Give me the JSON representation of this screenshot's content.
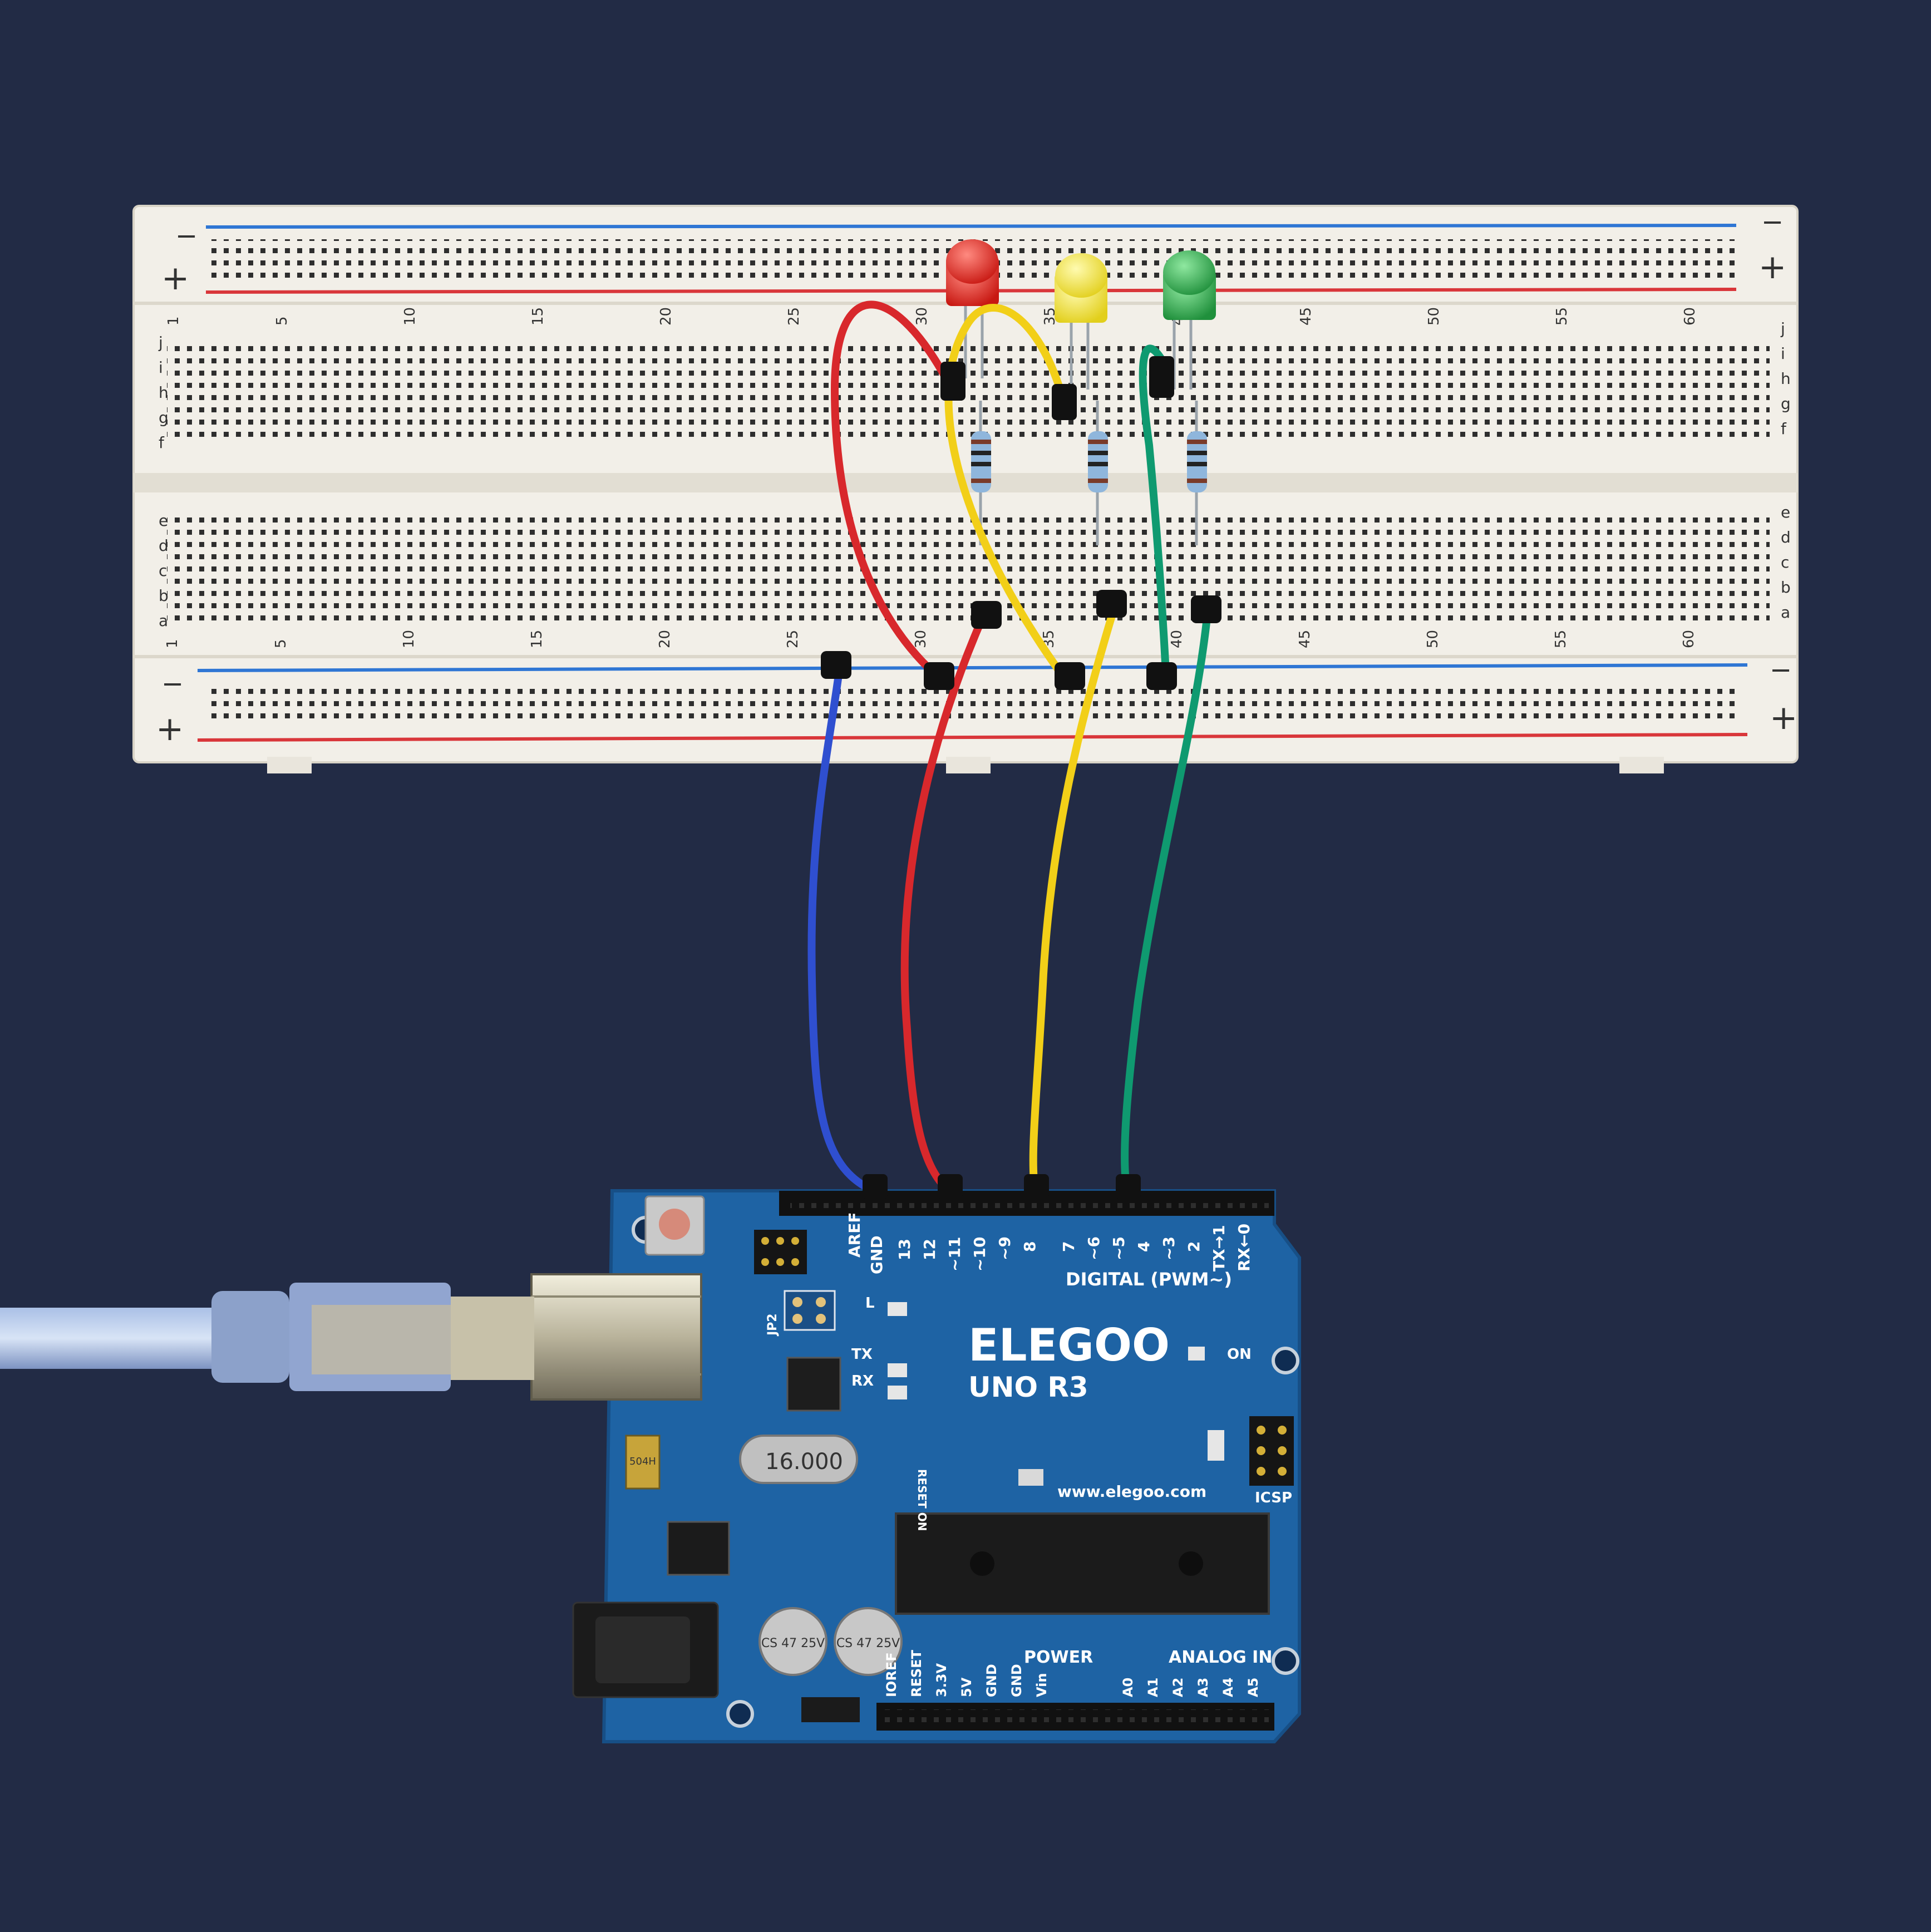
{
  "board": {
    "brand": "ELEGOO",
    "model": "UNO R3",
    "website": "www.elegoo.com",
    "digital_label": "DIGITAL (PWM~)",
    "power_label": "POWER",
    "analog_label": "ANALOG IN",
    "on_label": "ON",
    "icsp_label": "ICSP",
    "tx_label": "TX",
    "rx_label": "RX",
    "l_label": "L",
    "jp2_label": "JP2",
    "reset_on_label": "RESET ON",
    "crystal_label": "16.000",
    "fuse_label": "504H",
    "cap_label_1": "CS 47 25V",
    "cap_label_2": "CS 47 25V",
    "digital_pins": [
      "AREF",
      "GND",
      "13",
      "12",
      "~11",
      "~10",
      "~9",
      "8",
      "7",
      "~6",
      "~5",
      "4",
      "~3",
      "2",
      "TX→1",
      "RX←0"
    ],
    "power_pins": [
      "IOREF",
      "RESET",
      "3.3V",
      "5V",
      "GND",
      "GND",
      "Vin"
    ],
    "analog_pins": [
      "A0",
      "A1",
      "A2",
      "A3",
      "A4",
      "A5"
    ]
  },
  "breadboard": {
    "rail_minus": "−",
    "rail_plus": "+",
    "column_numbers": [
      "1",
      "5",
      "10",
      "15",
      "20",
      "25",
      "30",
      "35",
      "40",
      "45",
      "50",
      "55",
      "60"
    ],
    "row_letters_top": [
      "j",
      "i",
      "h",
      "g",
      "f"
    ],
    "row_letters_bottom": [
      "e",
      "d",
      "c",
      "b",
      "a"
    ]
  },
  "components": {
    "leds": [
      "red",
      "yellow",
      "green"
    ],
    "wires": [
      "blue",
      "red",
      "yellow",
      "green",
      "red",
      "yellow",
      "green"
    ],
    "colors": {
      "background": "#222b45",
      "pcb": "#1e63a4",
      "breadboard": "#f2efe8",
      "led_red": "#e0221e",
      "led_yellow": "#f1e23a",
      "led_green": "#2fa84a",
      "wire_blue": "#2f4fd0",
      "wire_red": "#d8282c",
      "wire_yellow": "#f2cf18",
      "wire_green": "#0f9a70"
    }
  }
}
